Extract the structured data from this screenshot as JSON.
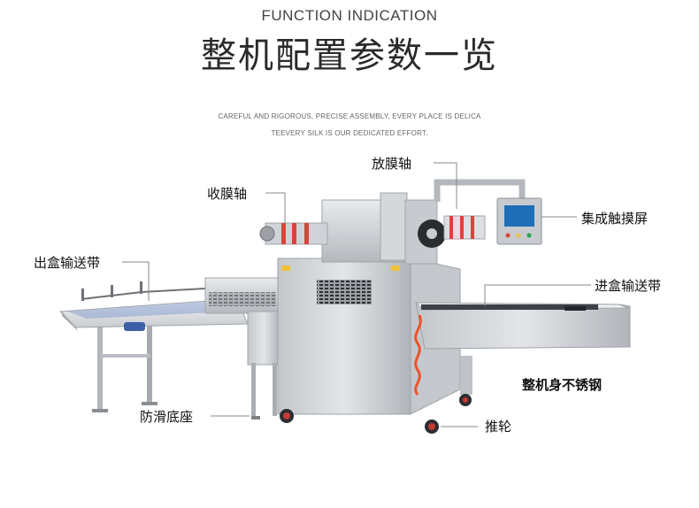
{
  "header": {
    "title_en": "FUNCTION INDICATION",
    "title_cn": "整机配置参数一览",
    "tagline_line1": "CAREFUL AND RIGOROUS, PRECISE ASSEMBLY, EVERY PLACE IS DELICA",
    "tagline_line2": "TEEVERY SILK IS OUR DEDICATED EFFORT."
  },
  "labels": {
    "film_release_shaft": "放膜轴",
    "film_take_up_shaft": "收膜轴",
    "touch_screen": "集成触摸屏",
    "outfeed_conveyor": "出盒输送带",
    "infeed_conveyor": "进盒输送带",
    "stainless_body": "整机身不锈钢",
    "anti_slip_base": "防滑底座",
    "caster_wheel": "推轮"
  },
  "colors": {
    "steel_light": "#d9dcdf",
    "steel_mid": "#b9bdc2",
    "steel_dark": "#8e9297",
    "screen_blue": "#1e6fb8",
    "film_red": "#d8453a",
    "hose_orange": "#e9542e",
    "conveyor_blue": "#5c7fc7",
    "leader_line": "#888888"
  },
  "icons": {
    "film_release_shaft": "film-roll-icon",
    "film_take_up_shaft": "film-roll-icon",
    "touch_screen": "touch-screen-panel",
    "caster_wheel": "caster-wheel"
  }
}
